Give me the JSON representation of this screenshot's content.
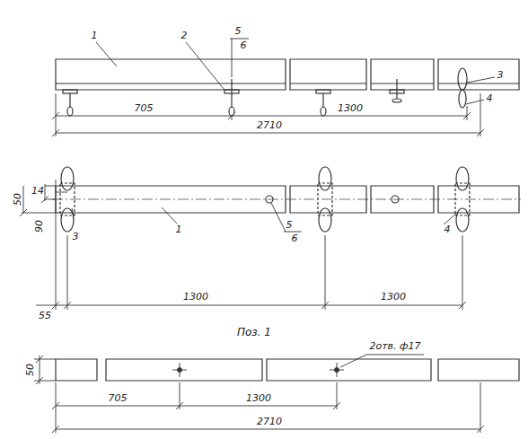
{
  "diagram": {
    "labels": [
      "1",
      "2",
      "5",
      "6",
      "3",
      "4",
      "705",
      "1300",
      "2710",
      "14",
      "3",
      "1",
      "5",
      "6",
      "4",
      "50",
      "90",
      "55",
      "1300",
      "1300",
      "Поз. 1",
      "50",
      "2отв. ф17",
      "705",
      "1300",
      "2710"
    ]
  }
}
